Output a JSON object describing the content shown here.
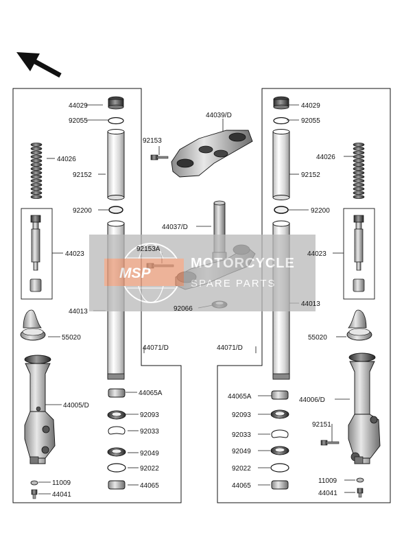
{
  "watermark": {
    "logo_text": "MSP",
    "line1": "MOTORCYCLE",
    "line2": "SPARE PARTS"
  },
  "left_panel": {
    "labels": {
      "l_44029": "44029",
      "l_92055": "92055",
      "l_44026": "44026",
      "l_92152": "92152",
      "l_92200": "92200",
      "l_44023": "44023",
      "l_44013": "44013",
      "l_55020": "55020",
      "l_44071": "44071/D",
      "l_44005": "44005/D",
      "l_44065A": "44065A",
      "l_92093": "92093",
      "l_92033": "92033",
      "l_92049": "92049",
      "l_92022": "92022",
      "l_44065": "44065",
      "l_11009": "11009",
      "l_44041": "44041"
    }
  },
  "center": {
    "labels": {
      "l_44039": "44039/D",
      "l_92153": "92153",
      "l_44037": "44037/D",
      "l_92153A": "92153A",
      "l_92066": "92066"
    }
  },
  "right_panel": {
    "labels": {
      "r_44029": "44029",
      "r_92055": "92055",
      "r_44026": "44026",
      "r_92152": "92152",
      "r_92200": "92200",
      "r_44023": "44023",
      "r_44013": "44013",
      "r_55020": "55020",
      "r_44071": "44071/D",
      "r_44006": "44006/D",
      "r_92151": "92151",
      "r_44065A": "44065A",
      "r_92093": "92093",
      "r_92033": "92033",
      "r_92049": "92049",
      "r_92022": "92022",
      "r_44065": "44065",
      "r_11009": "11009",
      "r_44041": "44041"
    }
  },
  "colors": {
    "line": "#111111",
    "part_fill": "#f2f2f2",
    "watermark": "#b9b9b9",
    "watermark_accent": "#e89a78"
  }
}
